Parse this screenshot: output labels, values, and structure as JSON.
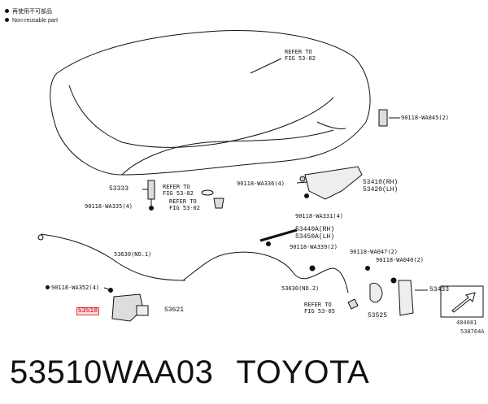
{
  "legend": {
    "japanese": "再使用不可部品",
    "english": "Non-reusable part"
  },
  "labels": {
    "refer_top": [
      "REFER TO",
      "FIG 53-02"
    ],
    "wa845": "90118-WA845(2)",
    "p53333": "53333",
    "refer_mid1": [
      "REFER TO",
      "FIG 53-02"
    ],
    "refer_mid2": [
      "REFER TO",
      "FIG 53-02"
    ],
    "wa336": "90118-WA336(4)",
    "p53410": "53410(RH)",
    "p53420": "53420(LH)",
    "wa335": "90118-WA335(4)",
    "wa331": "90118-WA331(4)",
    "p53440": "53440A(RH)",
    "p53450": "53450A(LH)",
    "wa339": "90118-WA339(2)",
    "p53630_1": "53630(NO.1)",
    "wa047": "90118-WA047(2)",
    "wa040": "90118-WA040(2)",
    "wa352": "90118-WA352(4)",
    "p53433": "53433",
    "p53630_2": "53630(NO.2)",
    "p53510": "53510",
    "p53621": "53621",
    "refer_bottom": [
      "REFER TO",
      "FIG 53-05"
    ],
    "p53525": "53525",
    "code1": "484081",
    "code2": "538764A"
  },
  "footer": {
    "part_number": "53510WAA03",
    "brand": "TOYOTA"
  }
}
